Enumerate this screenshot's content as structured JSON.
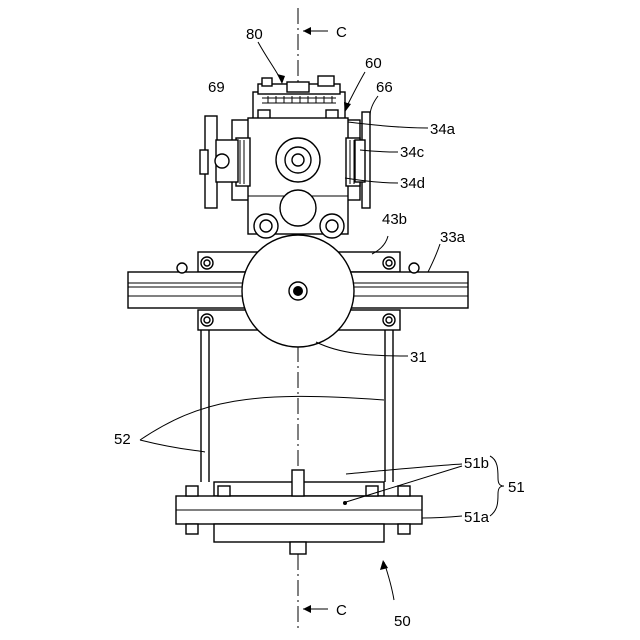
{
  "figure": {
    "section_marker": "C",
    "labels": {
      "l80": "80",
      "l60": "60",
      "l66": "66",
      "l69": "69",
      "l34a": "34a",
      "l34c": "34c",
      "l34d": "34d",
      "l43b": "43b",
      "l33a": "33a",
      "l31": "31",
      "l52": "52",
      "l51b": "51b",
      "l51": "51",
      "l51a": "51a",
      "l50": "50"
    }
  }
}
